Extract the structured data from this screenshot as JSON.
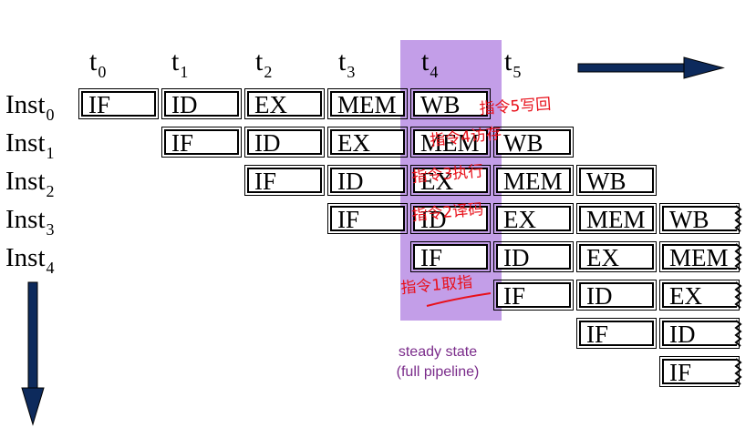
{
  "time_steps": [
    {
      "base": "t",
      "sub": "0"
    },
    {
      "base": "t",
      "sub": "1"
    },
    {
      "base": "t",
      "sub": "2"
    },
    {
      "base": "t",
      "sub": "3"
    },
    {
      "base": "t",
      "sub": "4"
    },
    {
      "base": "t",
      "sub": "5"
    }
  ],
  "instructions": [
    {
      "base": "Inst",
      "sub": "0"
    },
    {
      "base": "Inst",
      "sub": "1"
    },
    {
      "base": "Inst",
      "sub": "2"
    },
    {
      "base": "Inst",
      "sub": "3"
    },
    {
      "base": "Inst",
      "sub": "4"
    }
  ],
  "pipeline": {
    "row0": [
      "IF",
      "ID",
      "EX",
      "MEM",
      "WB"
    ],
    "row1": [
      "IF",
      "ID",
      "EX",
      "MEM",
      "WB"
    ],
    "row2": [
      "IF",
      "ID",
      "EX",
      "MEM",
      "WB"
    ],
    "row3": [
      "IF",
      "ID",
      "EX",
      "MEM",
      "WB"
    ],
    "row4": [
      "IF",
      "ID",
      "EX",
      "MEM"
    ],
    "row5": [
      "IF",
      "ID",
      "EX"
    ],
    "row6": [
      "IF",
      "ID"
    ],
    "row7": [
      "IF"
    ]
  },
  "highlight": {
    "caption_line1": "steady state",
    "caption_line2": "(full pipeline)",
    "color": "#c39ee8"
  },
  "handwritten_notes": {
    "color": "#e8101a",
    "note1": "指令5写回",
    "note2": "指令4访存",
    "note3": "指令3执行",
    "note4": "指令2译码",
    "note5": "指令1取指"
  },
  "arrows": {
    "time_arrow_icon": "right-arrow-icon",
    "instruction_arrow_icon": "down-arrow-icon",
    "color": "#0d2a5c"
  }
}
